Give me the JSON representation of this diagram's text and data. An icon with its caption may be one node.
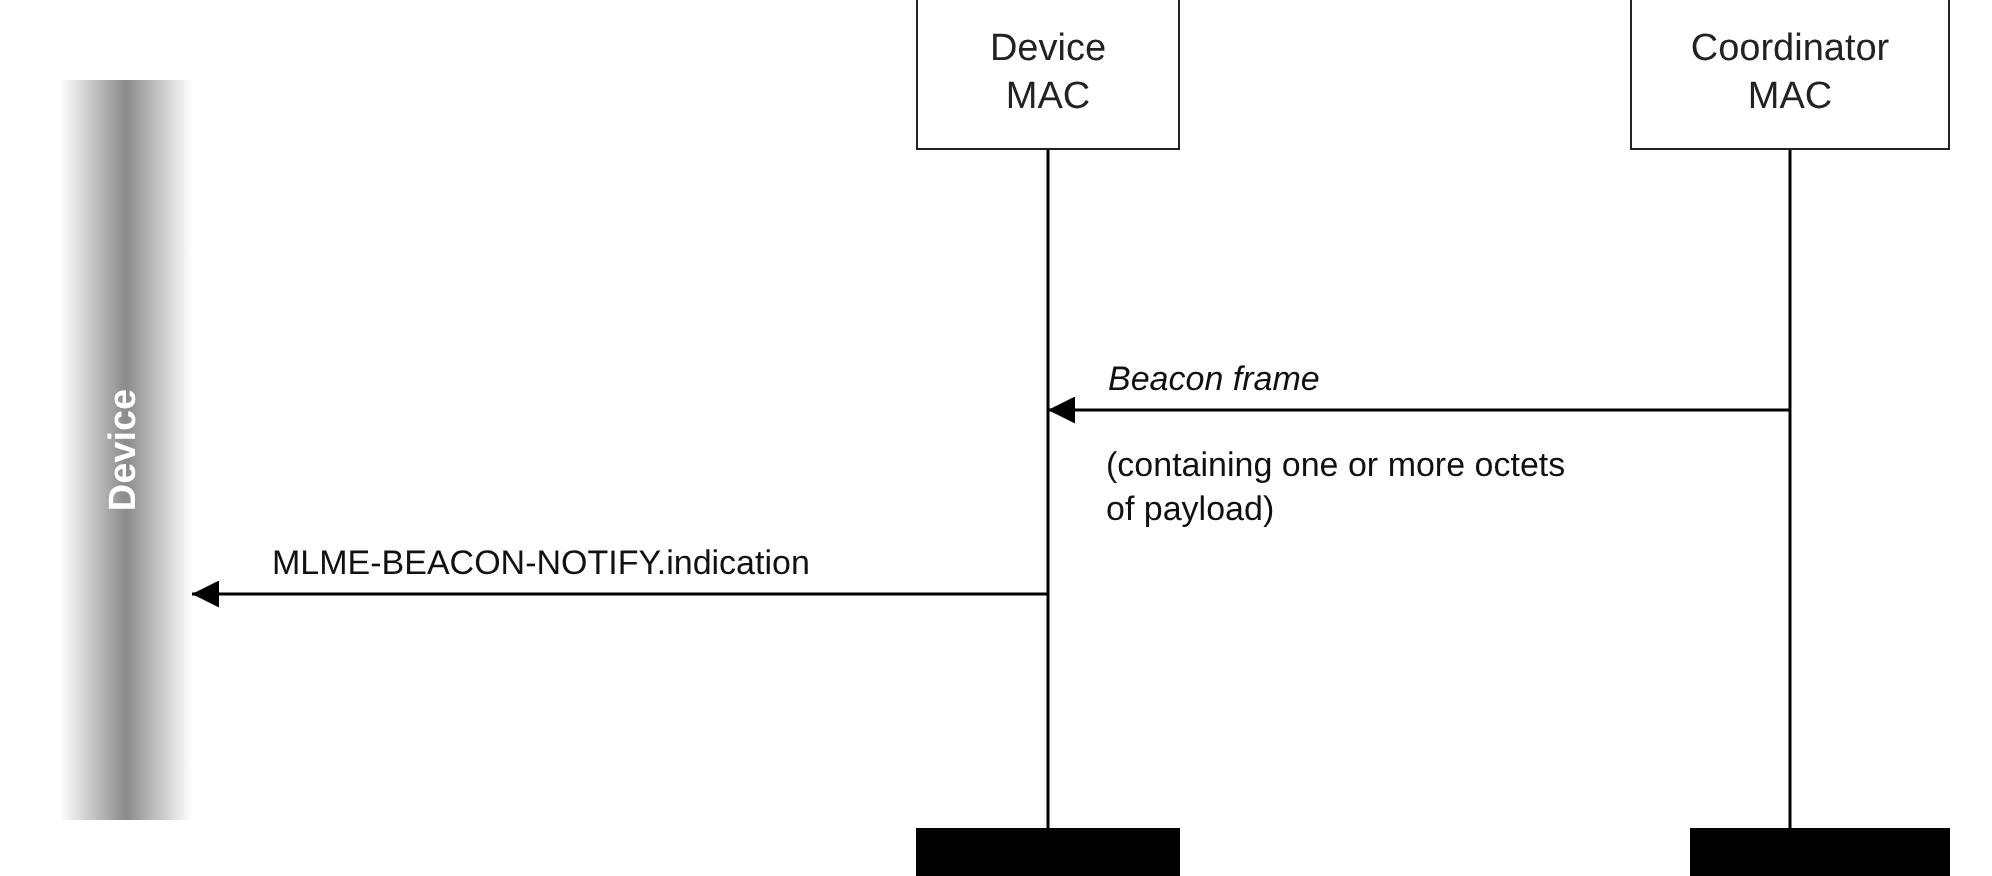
{
  "diagram": {
    "nodes": [
      {
        "text": [
          "Device"
        ]
      },
      {
        "text": [
          "Device MAC"
        ]
      },
      {
        "text": [
          "Coordinator MAC"
        ]
      }
    ],
    "edges": [
      {
        "from": 2,
        "to": 1,
        "arrow": "to",
        "label": "Beacon frame"
      },
      {
        "from": 1,
        "to": 0,
        "arrow": "to",
        "label": "MLME-BEACON-NOTIFY.indication"
      }
    ],
    "labels": [
      "(containing one or more octets of payload)"
    ]
  }
}
